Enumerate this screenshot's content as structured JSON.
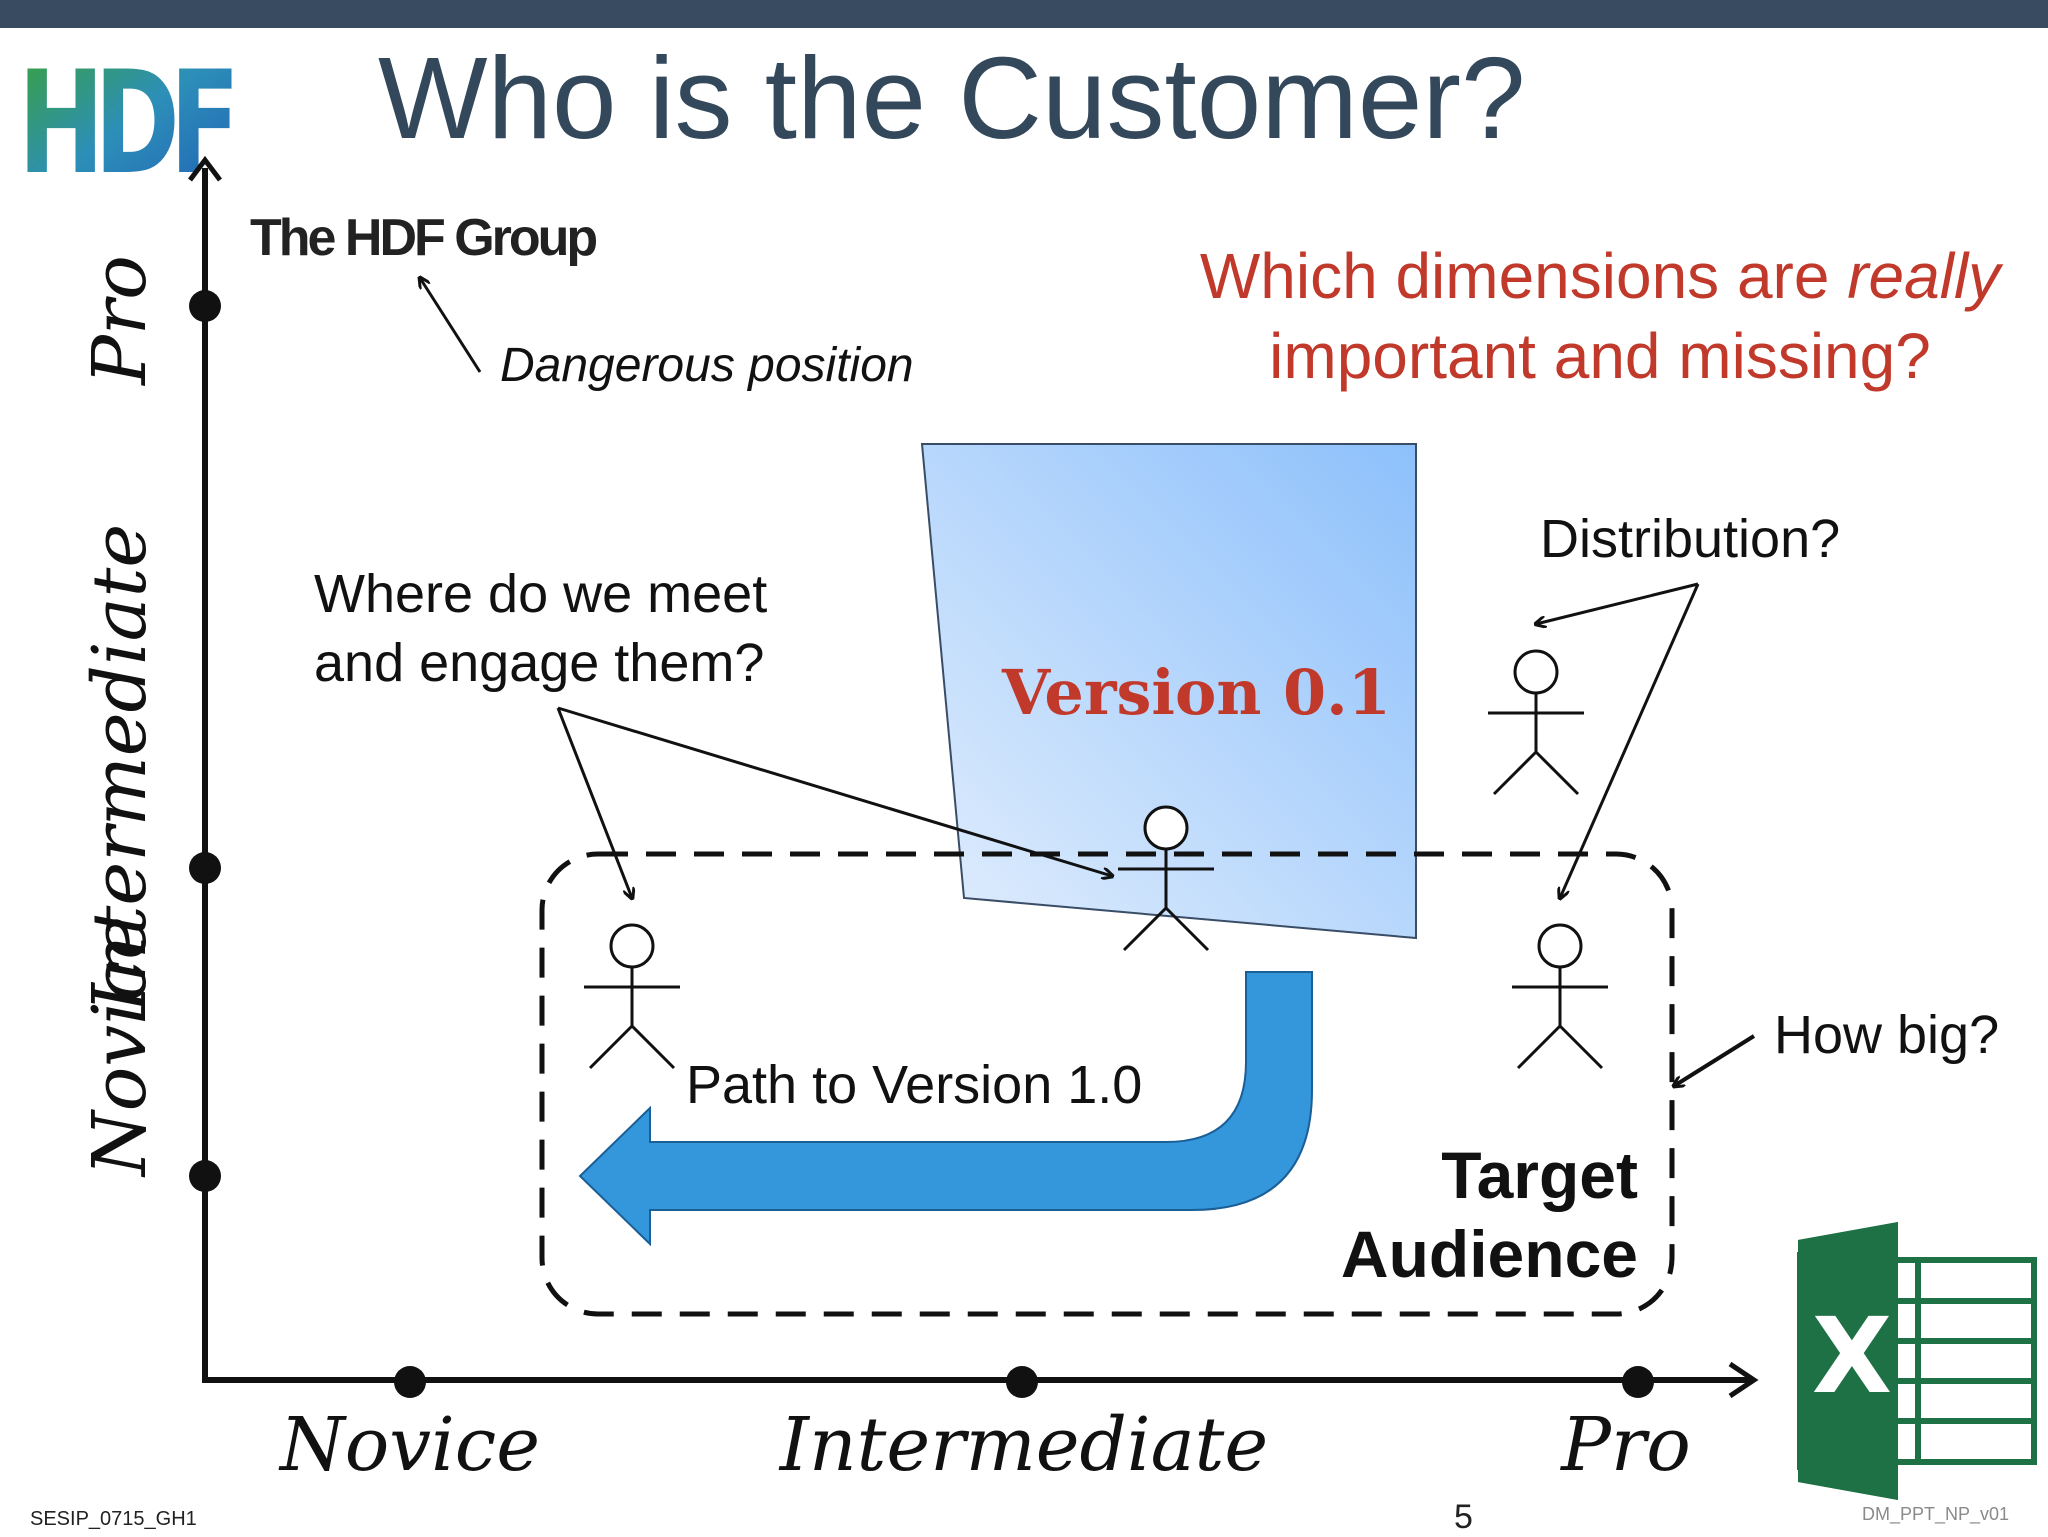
{
  "slide": {
    "title": "Who is the Customer?",
    "page_number": "5",
    "footer_left": "SESIP_0715_GH1",
    "footer_right": "DM_PPT_NP_v01"
  },
  "logos": {
    "hdf": "HDF",
    "hdf_group": "The HDF Group",
    "excel": "X"
  },
  "annotations": {
    "dangerous_position": "Dangerous position",
    "question_line1_start": "Which dimensions are ",
    "question_line1_emph": "really",
    "question_line2": "important and missing?",
    "meet_line1": "Where do we meet",
    "meet_line2": "and engage them?",
    "distribution": "Distribution?",
    "how_big": "How big?",
    "path": "Path to Version 1.0",
    "version": "Version 0.1",
    "target_line1": "Target",
    "target_line2": "Audience"
  },
  "axes": {
    "y_labels": [
      "Novice",
      "Intermediate",
      "Pro"
    ],
    "x_labels": [
      "Novice",
      "Intermediate",
      "Pro"
    ]
  },
  "colors": {
    "title": "#34485c",
    "accent_red": "#c0392b",
    "top_bar": "#394b60",
    "arrow_blue": "#3497db",
    "excel_green": "#1e7145"
  }
}
